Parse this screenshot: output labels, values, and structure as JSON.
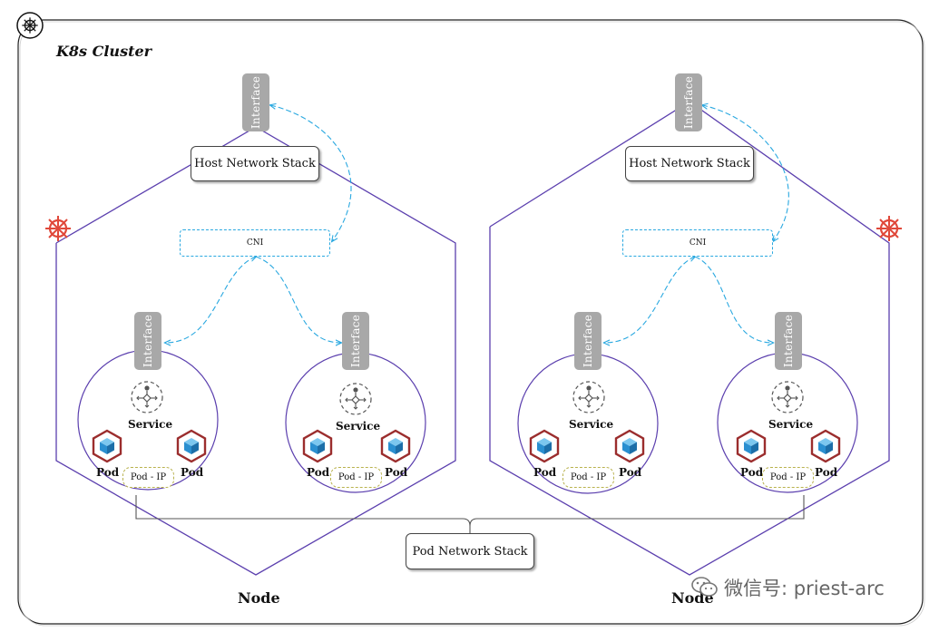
{
  "cluster": {
    "title": "K8s Cluster"
  },
  "host_network_stack_label": "Host Network Stack",
  "cni_label": "CNI",
  "interface_label": "Interface",
  "service_label": "Service",
  "pod_label": "Pod",
  "pod_ip_label": "Pod - IP",
  "node_label": "Node",
  "pod_network_stack_label": "Pod Network Stack",
  "watermark": "微信号: priest-arc",
  "colors": {
    "node_outline": "#5b3fae",
    "cni_link": "#29a8e0",
    "interface_fill": "#a8a8a8",
    "k8s_logo": "#e0483a",
    "pod_icon_border": "#9b2d2d",
    "pod_icon_cube": "#2a8fd0",
    "pod_ip_border": "#b9b24d"
  },
  "icons": [
    "kubernetes-wheel-icon",
    "service-icon",
    "pod-cube-icon",
    "wechat-icon"
  ]
}
